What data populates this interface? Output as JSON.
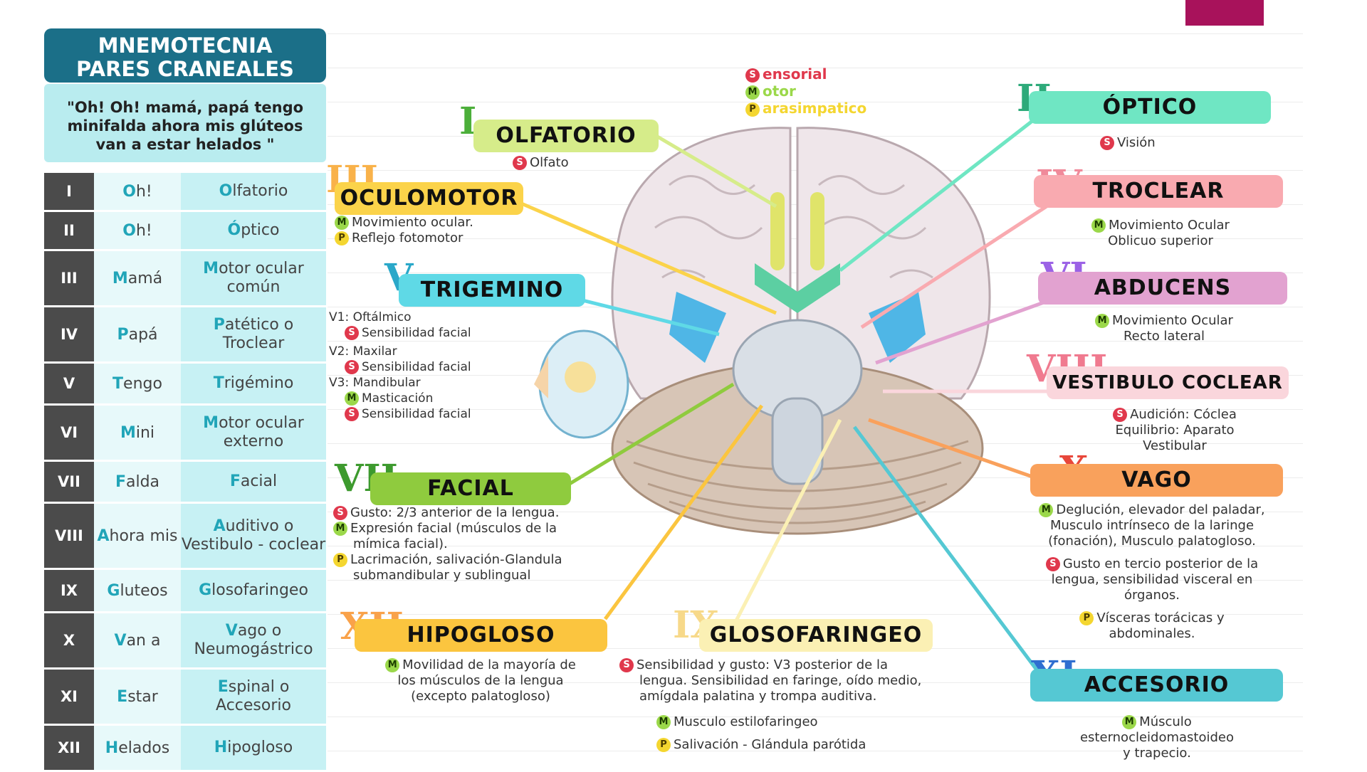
{
  "header": {
    "title_line1": "MNEMOTECNIA",
    "title_line2": "PARES CRANEALES",
    "quote_line1": "\"Oh! Oh! mamá, papá tengo",
    "quote_line2": "minifalda ahora mis glúteos",
    "quote_line3": "van a estar helados \""
  },
  "legend": {
    "sensorial": "ensorial",
    "motor": "otor",
    "parasimpatico": "arasimpatico"
  },
  "badges": {
    "s": "S",
    "m": "M",
    "p": "P"
  },
  "table": [
    {
      "num": "I",
      "word": "Oh!",
      "w_first": "O",
      "w_rest": "h!",
      "nerve_first": "O",
      "nerve_rest": "lfatorio"
    },
    {
      "num": "II",
      "word": "Oh!",
      "w_first": "O",
      "w_rest": "h!",
      "nerve_first": "Ó",
      "nerve_rest": "ptico"
    },
    {
      "num": "III",
      "w_first": "M",
      "w_rest": "amá",
      "nerve_first": "M",
      "nerve_rest": "otor ocular común"
    },
    {
      "num": "IV",
      "w_first": "P",
      "w_rest": "apá",
      "nerve_first": "P",
      "nerve_rest": "atético o Troclear"
    },
    {
      "num": "V",
      "w_first": "T",
      "w_rest": "engo",
      "nerve_first": "T",
      "nerve_rest": "rigémino"
    },
    {
      "num": "VI",
      "w_first": "M",
      "w_rest": "ini",
      "nerve_first": "M",
      "nerve_rest": "otor ocular externo"
    },
    {
      "num": "VII",
      "w_first": "F",
      "w_rest": "alda",
      "nerve_first": "F",
      "nerve_rest": "acial"
    },
    {
      "num": "VIII",
      "w_first": "A",
      "w_rest": "hora mis",
      "nerve_first": "A",
      "nerve_rest": "uditivo o Vestibulo - coclear"
    },
    {
      "num": "IX",
      "w_first": "G",
      "w_rest": "luteos",
      "nerve_first": "G",
      "nerve_rest": "losofaringeo"
    },
    {
      "num": "X",
      "w_first": "V",
      "w_rest": "an a",
      "nerve_first": "V",
      "nerve_rest": "ago o Neumogástrico"
    },
    {
      "num": "XI",
      "w_first": "E",
      "w_rest": "star",
      "nerve_first": "E",
      "nerve_rest": "spinal o Accesorio"
    },
    {
      "num": "XII",
      "w_first": "H",
      "w_rest": "elados",
      "nerve_first": "H",
      "nerve_rest": "ipogloso"
    }
  ],
  "nerves": {
    "olfatorio": {
      "roman": "I",
      "name": "OLFATORIO",
      "d1": "Olfato"
    },
    "oculomotor": {
      "roman": "III",
      "name": "OCULOMOTOR",
      "d1": "Movimiento ocular.",
      "d2": "Reflejo fotomotor"
    },
    "trigemino": {
      "roman": "V",
      "name": "TRIGEMINO",
      "v1": "V1: Oftálmico",
      "v1s": "Sensibilidad facial",
      "v2": "V2: Maxilar",
      "v2s": "Sensibilidad facial",
      "v3": "V3: Mandibular",
      "v3m": "Masticación",
      "v3s": "Sensibilidad facial"
    },
    "facial": {
      "roman": "VII",
      "name": "FACIAL",
      "d1": "Gusto: 2/3 anterior de la lengua.",
      "d2": "Expresión facial (músculos de la",
      "d2b": "mímica facial).",
      "d3": "Lacrimación, salivación-Glandula",
      "d3b": "submandibular y sublingual"
    },
    "hipogloso": {
      "roman": "XII",
      "name": "HIPOGLOSO",
      "d1": "Movilidad de la mayoría de",
      "d1b": "los músculos de la lengua",
      "d1c": "(excepto palatogloso)"
    },
    "glosofaringeo": {
      "roman": "IX",
      "name": "GLOSOFARINGEO",
      "d1": "Sensibilidad y gusto: V3 posterior de la",
      "d1b": "lengua. Sensibilidad en faringe, oído medio,",
      "d1c": "amígdala palatina y trompa auditiva.",
      "d2": "Musculo estilofaringeo",
      "d3": "Salivación - Glándula parótida"
    },
    "optico": {
      "roman": "II",
      "name": "ÓPTICO",
      "d1": "Visión"
    },
    "troclear": {
      "roman": "IV",
      "name": "TROCLEAR",
      "d1": "Movimiento Ocular",
      "d1b": "Oblicuo superior"
    },
    "abducens": {
      "roman": "VI",
      "name": "ABDUCENS",
      "d1": "Movimiento Ocular",
      "d1b": "Recto lateral"
    },
    "vestibulo": {
      "roman": "VIII",
      "name": "VESTIBULO COCLEAR",
      "d1": "Audición: Cóclea",
      "d1b": "Equilibrio: Aparato",
      "d1c": "Vestibular"
    },
    "vago": {
      "roman": "X",
      "name": "VAGO",
      "d1": "Deglución, elevador del paladar,",
      "d1b": "Musculo intrínseco de la laringe",
      "d1c": "(fonación), Musculo palatogloso.",
      "d2": "Gusto en tercio posterior de la",
      "d2b": "lengua, sensibilidad visceral en",
      "d2c": "órganos.",
      "d3": "Vísceras torácicas y",
      "d3b": "abdominales."
    },
    "accesorio": {
      "roman": "XI",
      "name": "ACCESORIO",
      "d1": "Músculo",
      "d1b": "esternocleidomastoideo",
      "d1c": "y trapecio."
    }
  },
  "colors": {
    "title_bg": "#1b6f88",
    "quote_bg": "#b9ecef",
    "num_bg": "#4b4b4b",
    "highlight": "#21a5b8",
    "olfatorio": "#d6ec8a",
    "oculomotor": "#fbd34a",
    "trigemino": "#5fd9e6",
    "facial": "#8fcb3e",
    "hipogloso": "#fbc53f",
    "glosofaringeo": "#fbf0b4",
    "optico": "#6fe6c3",
    "troclear": "#f9aab0",
    "abducens": "#e2a2d0",
    "vestibulo": "#fad6dc",
    "vago": "#f9a15c",
    "accesorio": "#55c8d3",
    "sensorial": "#e0384c",
    "motor": "#9bd84a",
    "parasimpatico": "#f4d630"
  }
}
